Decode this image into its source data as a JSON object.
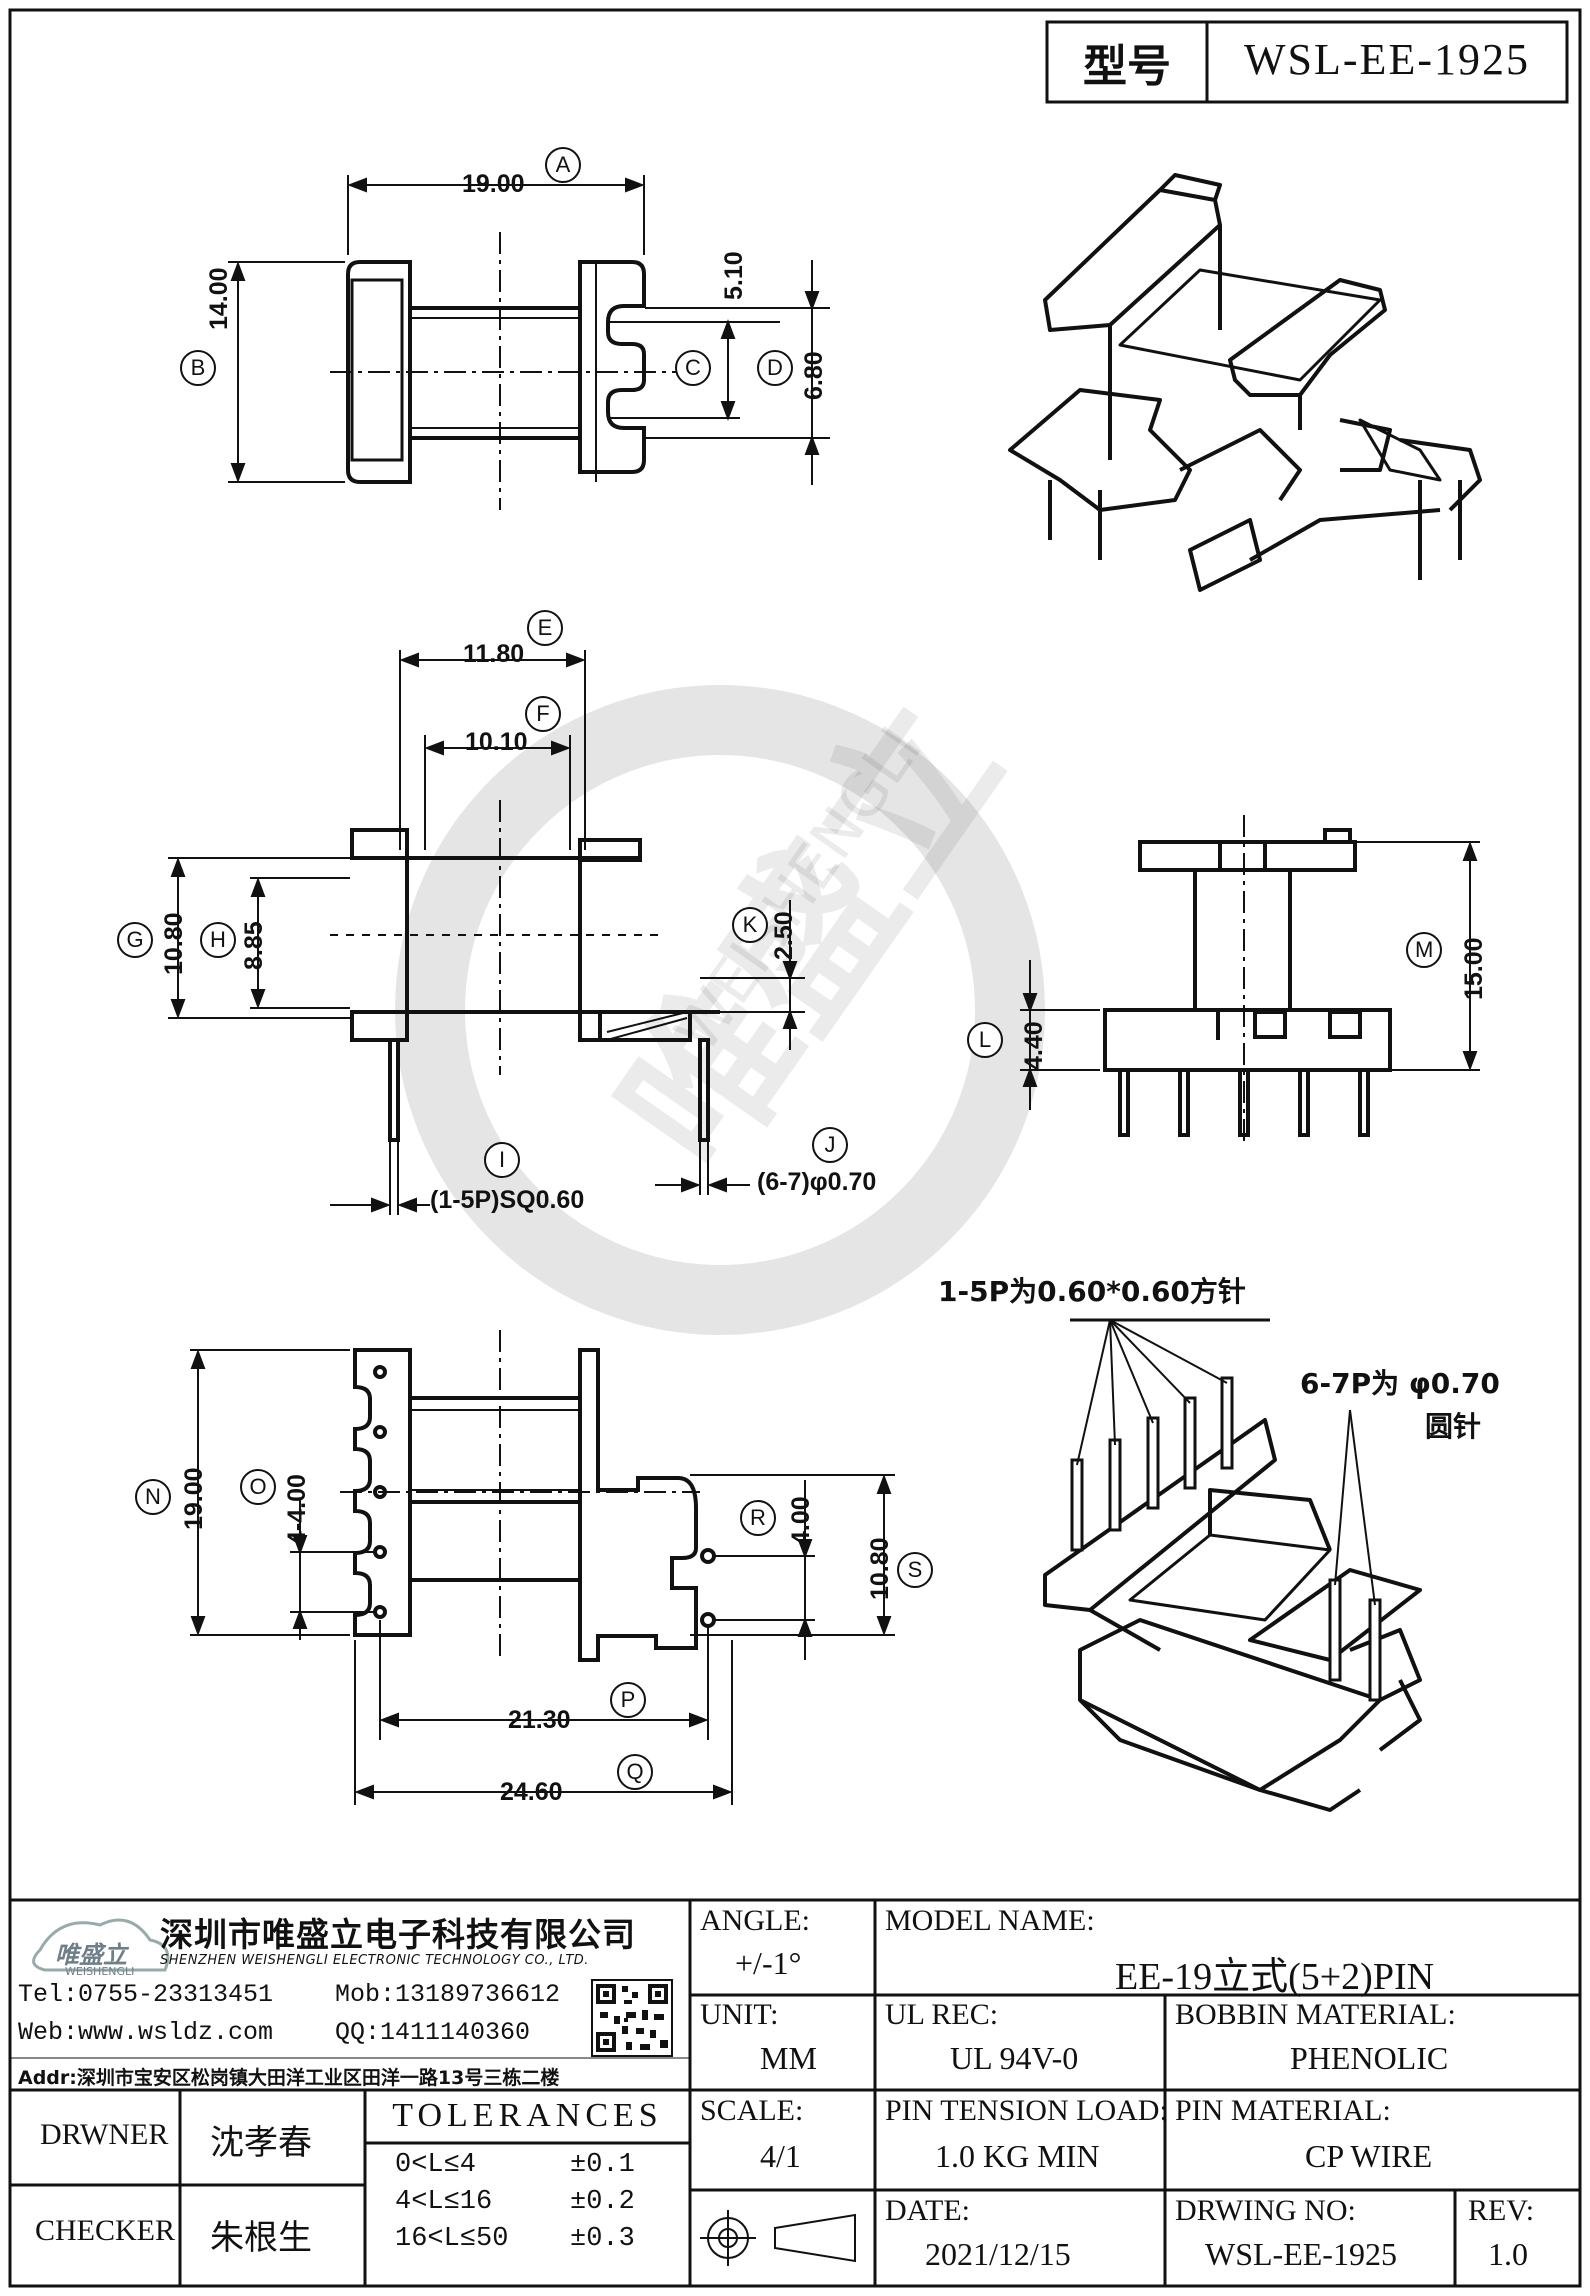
{
  "header": {
    "model_label": "型号",
    "model_value": "WSL-EE-1925"
  },
  "dimensions": {
    "A": {
      "tag": "A",
      "value": "19.00"
    },
    "B": {
      "tag": "B",
      "value": "14.00"
    },
    "C": {
      "tag": "C",
      "value": "5.10"
    },
    "D": {
      "tag": "D",
      "value": "6.80"
    },
    "E": {
      "tag": "E",
      "value": "11.80"
    },
    "F": {
      "tag": "F",
      "value": "10.10"
    },
    "G": {
      "tag": "G",
      "value": "10.80"
    },
    "H": {
      "tag": "H",
      "value": "8.85"
    },
    "I": {
      "tag": "I",
      "value": "(1-5P)SQ0.60"
    },
    "J": {
      "tag": "J",
      "value": "(6-7)φ0.70"
    },
    "K": {
      "tag": "K",
      "value": "2.50"
    },
    "L": {
      "tag": "L",
      "value": "4.40"
    },
    "M": {
      "tag": "M",
      "value": "15.00"
    },
    "N": {
      "tag": "N",
      "value": "19.00"
    },
    "O": {
      "tag": "O",
      "value": "4-4.00"
    },
    "P": {
      "tag": "P",
      "value": "21.30"
    },
    "Q": {
      "tag": "Q",
      "value": "24.60"
    },
    "R": {
      "tag": "R",
      "value": "4.00"
    },
    "S": {
      "tag": "S",
      "value": "10.80"
    }
  },
  "notes": {
    "pins_1_5": "1-5P为0.60*0.60方针",
    "pins_6_7_a": "6-7P为  φ0.70",
    "pins_6_7_b": "圆针"
  },
  "watermark": {
    "text_cn": "唯盛立",
    "text_en": "WEISHENGLI"
  },
  "company": {
    "logo_cn": "唯盛立",
    "logo_en": "WEISHENGLI",
    "name_cn": "深圳市唯盛立电子科技有限公司",
    "name_en": "SHENZHEN WEISHENGLI ELECTRONIC TECHNOLOGY CO., LTD.",
    "tel": "Tel:0755-23313451",
    "mob": "Mob:13189736612",
    "web": "Web:www.wsldz.com",
    "qq": "QQ:1411140360",
    "addr": "Addr:深圳市宝安区松岗镇大田洋工业区田洋一路13号三栋二楼"
  },
  "title_block": {
    "angle_label": "ANGLE:",
    "angle_value": "+/-1°",
    "model_name_label": "MODEL NAME:",
    "model_name_value": "EE-19立式(5+2)PIN",
    "unit_label": "UNIT:",
    "unit_value": "MM",
    "ul_label": "UL REC:",
    "ul_value": "UL 94V-0",
    "bobbin_label": "BOBBIN MATERIAL:",
    "bobbin_value": "PHENOLIC",
    "drawer_label": "DRWNER",
    "drawer_value": "沈孝春",
    "checker_label": "CHECKER",
    "checker_value": "朱根生",
    "tolerances_label": "TOLERANCES",
    "tolerances": [
      {
        "range": "0<L≤4",
        "tol": "±0.1"
      },
      {
        "range": "4<L≤16",
        "tol": "±0.2"
      },
      {
        "range": "16<L≤50",
        "tol": "±0.3"
      }
    ],
    "scale_label": "SCALE:",
    "scale_value": "4/1",
    "pin_tension_label": "PIN TENSION LOAD:",
    "pin_tension_value": "1.0 KG MIN",
    "pin_material_label": "PIN MATERIAL:",
    "pin_material_value": "CP WIRE",
    "date_label": "DATE:",
    "date_value": "2021/12/15",
    "drawing_no_label": "DRWING NO:",
    "drawing_no_value": "WSL-EE-1925",
    "rev_label": "REV:",
    "rev_value": "1.0"
  }
}
